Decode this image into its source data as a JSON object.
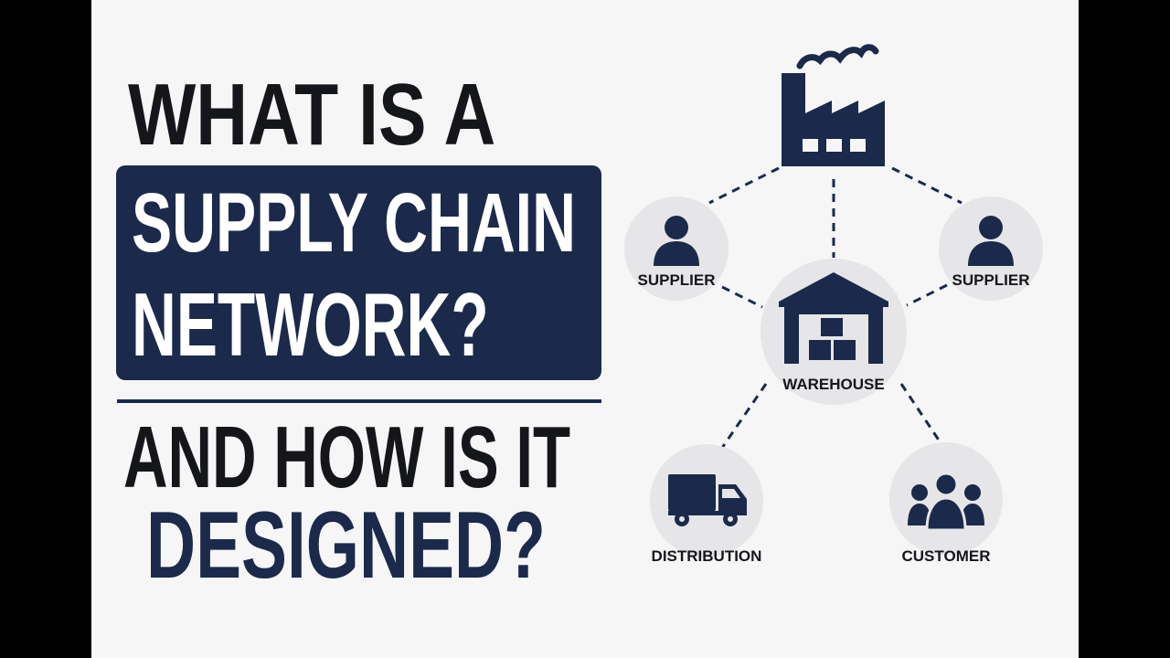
{
  "colors": {
    "navy": "#1b2a4a",
    "ink": "#15161a",
    "background": "#f6f6f7",
    "circle": "#e6e6e8",
    "letterbox": "#000000"
  },
  "headline": {
    "line1": "WHAT IS A",
    "line2": "SUPPLY CHAIN",
    "line3": "NETWORK?",
    "line4": "AND HOW IS IT",
    "line5": "DESIGNED?"
  },
  "diagram": {
    "nodes": {
      "factory": {
        "icon": "factory-icon"
      },
      "supplier_left": {
        "icon": "person-icon",
        "label": "SUPPLIER"
      },
      "supplier_right": {
        "icon": "person-icon",
        "label": "SUPPLIER"
      },
      "warehouse": {
        "icon": "warehouse-icon",
        "label": "WAREHOUSE"
      },
      "distribution": {
        "icon": "truck-icon",
        "label": "DISTRIBUTION"
      },
      "customer": {
        "icon": "group-icon",
        "label": "CUSTOMER"
      }
    },
    "connections": [
      {
        "from": "factory",
        "to": "supplier_left",
        "style": "dashed"
      },
      {
        "from": "factory",
        "to": "supplier_right",
        "style": "dashed"
      },
      {
        "from": "factory",
        "to": "warehouse",
        "style": "dashed"
      },
      {
        "from": "supplier_left",
        "to": "warehouse",
        "style": "dashed"
      },
      {
        "from": "supplier_right",
        "to": "warehouse",
        "style": "dashed"
      },
      {
        "from": "warehouse",
        "to": "distribution",
        "style": "dashed"
      },
      {
        "from": "warehouse",
        "to": "customer",
        "style": "dashed"
      }
    ]
  }
}
